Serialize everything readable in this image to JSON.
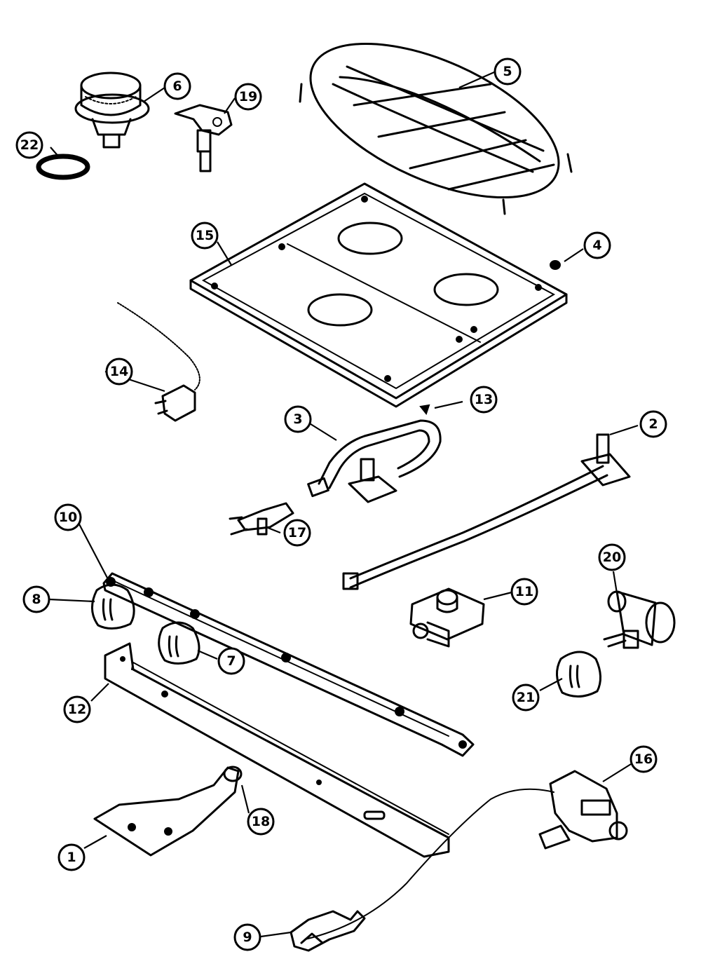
{
  "callouts": [
    {
      "id": "c1",
      "label": "1"
    },
    {
      "id": "c2",
      "label": "2"
    },
    {
      "id": "c3",
      "label": "3"
    },
    {
      "id": "c4",
      "label": "4"
    },
    {
      "id": "c5",
      "label": "5"
    },
    {
      "id": "c6",
      "label": "6"
    },
    {
      "id": "c7",
      "label": "7"
    },
    {
      "id": "c8",
      "label": "8"
    },
    {
      "id": "c9",
      "label": "9"
    },
    {
      "id": "c10",
      "label": "10"
    },
    {
      "id": "c11",
      "label": "11"
    },
    {
      "id": "c12",
      "label": "12"
    },
    {
      "id": "c13",
      "label": "13"
    },
    {
      "id": "c14",
      "label": "14"
    },
    {
      "id": "c15",
      "label": "15"
    },
    {
      "id": "c16",
      "label": "16"
    },
    {
      "id": "c17",
      "label": "17"
    },
    {
      "id": "c18",
      "label": "18"
    },
    {
      "id": "c19",
      "label": "19"
    },
    {
      "id": "c20",
      "label": "20"
    },
    {
      "id": "c21",
      "label": "21"
    },
    {
      "id": "c22",
      "label": "22"
    }
  ]
}
